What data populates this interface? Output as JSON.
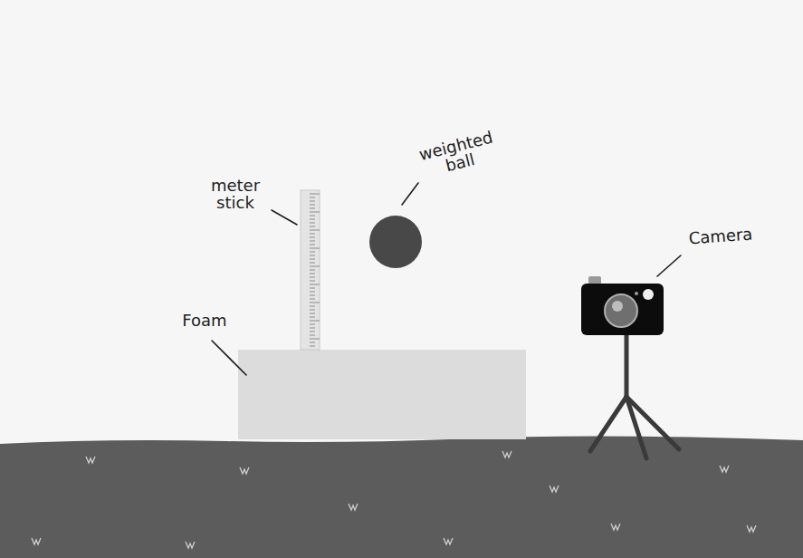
{
  "diagram": {
    "labels": [
      "meter stick",
      "weighted ball",
      "Foam",
      "Camera"
    ]
  }
}
